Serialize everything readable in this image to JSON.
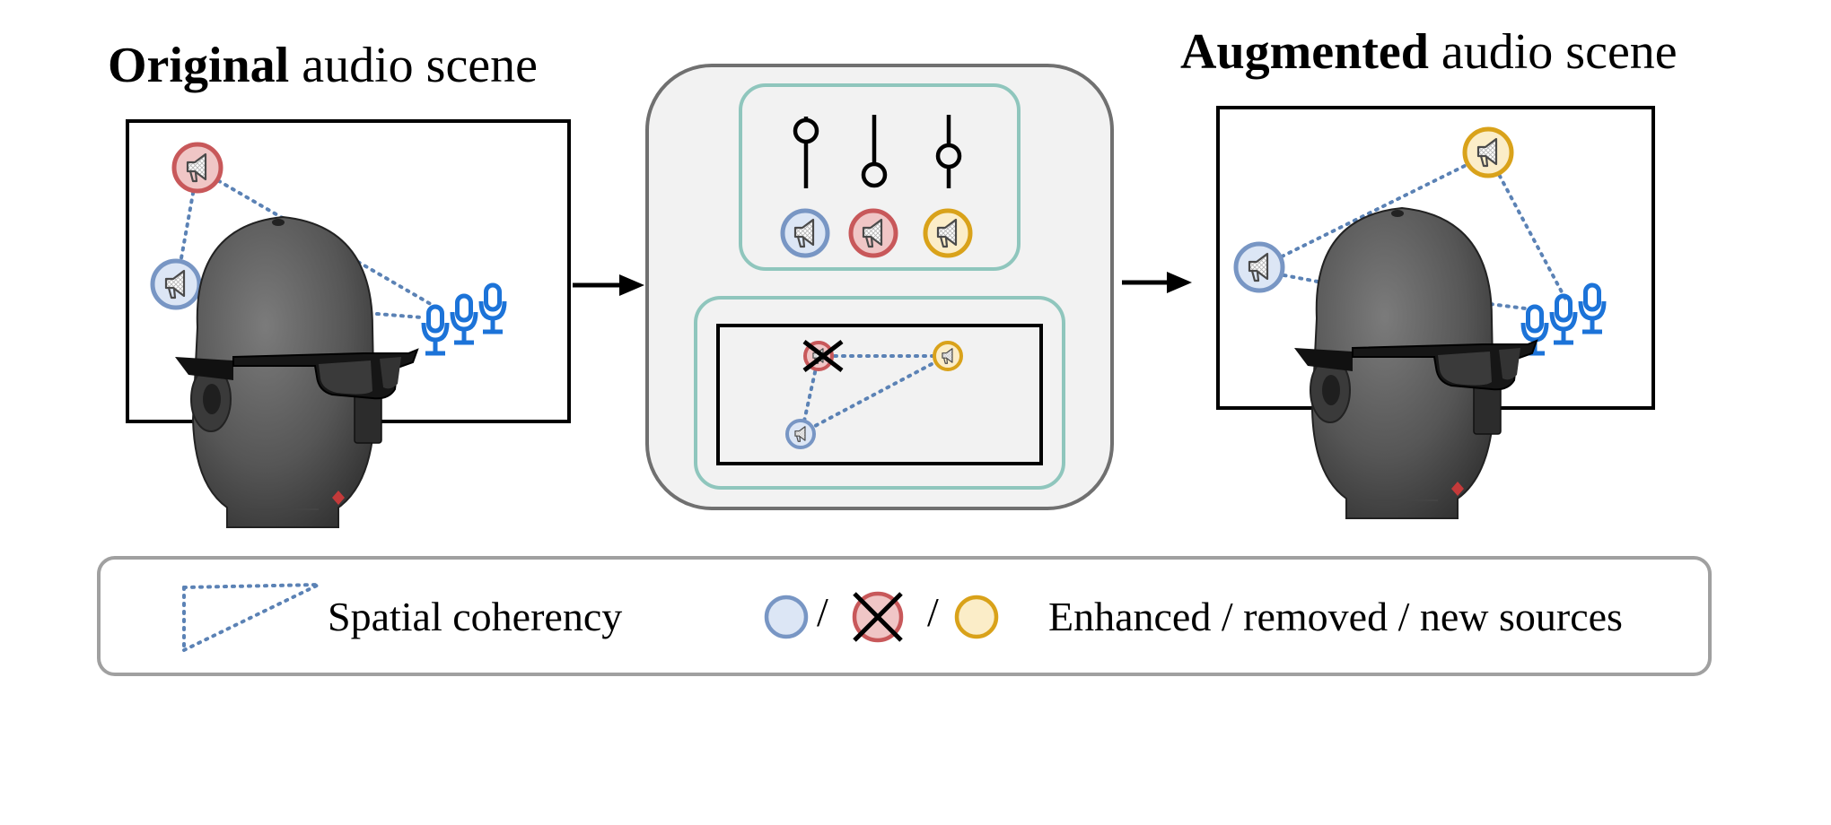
{
  "titles": {
    "original_bold": "Original",
    "original_rest": " audio scene",
    "augmented_bold": "Augmented",
    "augmented_rest": " audio scene"
  },
  "legend": {
    "spatial": "Spatial coherency",
    "sep": "/",
    "sources": "Enhanced / removed / new sources"
  },
  "colors": {
    "enhanced_stroke": "#7896c4",
    "enhanced_fill": "#dce6f5",
    "removed_stroke": "#c8585a",
    "removed_fill": "#f0c6c6",
    "new_stroke": "#d9a21a",
    "new_fill": "#fbedc8",
    "mic_blue": "#1c73d8",
    "dotted_line": "#5b82b5",
    "panel_border": "#8fc6bd",
    "center_bg": "#f2f2f2",
    "head": "#535353"
  },
  "icons": [
    "speaker-icon",
    "microphone-array-icon",
    "dummy-head-icon",
    "slider-icon",
    "arrow-right-icon",
    "cross-icon"
  ]
}
